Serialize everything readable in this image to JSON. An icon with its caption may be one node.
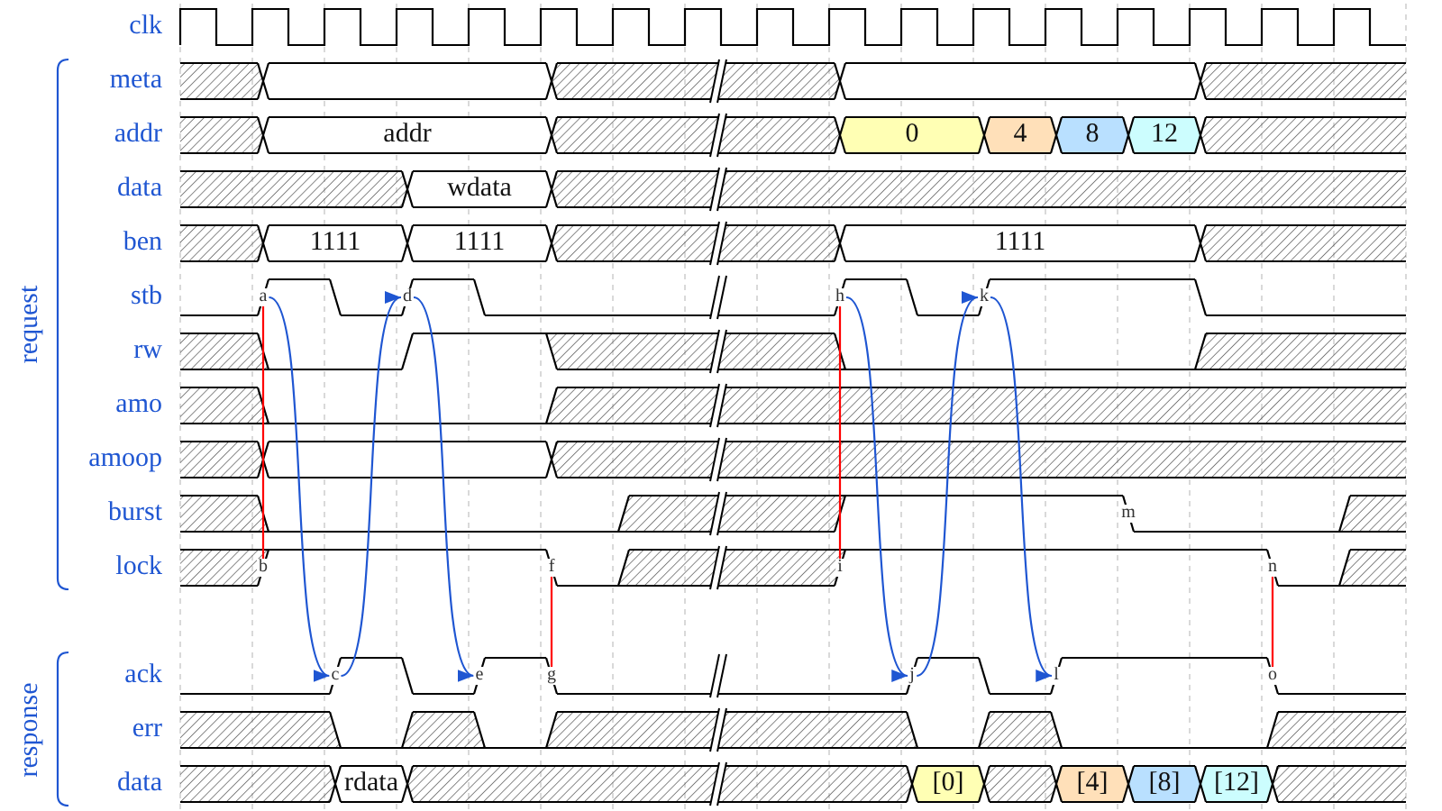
{
  "diagram": {
    "nodes": [
      {
        "text": [
          "a"
        ]
      },
      {
        "text": [
          "b"
        ]
      },
      {
        "text": [
          "c"
        ]
      },
      {
        "text": [
          "d"
        ]
      },
      {
        "text": [
          "e"
        ]
      },
      {
        "text": [
          "f"
        ]
      },
      {
        "text": [
          "g"
        ]
      },
      {
        "text": [
          "h"
        ]
      },
      {
        "text": [
          "i"
        ]
      },
      {
        "text": [
          "j"
        ]
      },
      {
        "text": [
          "k"
        ]
      },
      {
        "text": [
          "l"
        ]
      },
      {
        "text": [
          "n"
        ]
      },
      {
        "text": [
          "o"
        ]
      }
    ],
    "edges": [
      {
        "from": 0,
        "to": 2,
        "arrow": "to"
      },
      {
        "from": 2,
        "to": 3,
        "arrow": "to"
      },
      {
        "from": 3,
        "to": 4,
        "arrow": "to"
      },
      {
        "from": 7,
        "to": 9,
        "arrow": "to"
      },
      {
        "from": 9,
        "to": 10,
        "arrow": "to"
      },
      {
        "from": 10,
        "to": 11,
        "arrow": "to"
      },
      {
        "from": 0,
        "to": 1,
        "arrow": "none",
        "color": "#ff0000"
      },
      {
        "from": 5,
        "to": 6,
        "arrow": "none",
        "color": "#ff0000"
      },
      {
        "from": 7,
        "to": 8,
        "arrow": "none",
        "color": "#ff0000"
      },
      {
        "from": 12,
        "to": 13,
        "arrow": "none",
        "color": "#ff0000"
      }
    ],
    "labels": [
      "clk",
      "request",
      "meta",
      "addr",
      "addr",
      "0",
      "4",
      "8",
      "12",
      "data",
      "wdata",
      "ben",
      "1111",
      "1111",
      "1111",
      "stb",
      "rw",
      "amo",
      "amoop",
      "burst",
      "m",
      "lock",
      "response",
      "ack",
      "err",
      "data",
      "rdata",
      "[0]",
      "[4]",
      "[8]",
      "[12]"
    ]
  }
}
